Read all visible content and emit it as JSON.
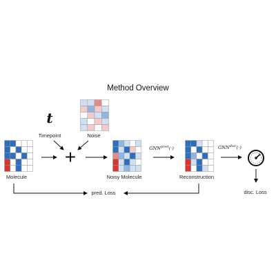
{
  "title": "Method Overview",
  "labels": {
    "timepoint": "Timepoint",
    "noise": "Noise",
    "molecule": "Molecule",
    "noisy_molecule": "Noisy Molecule",
    "reconstruction": "Reconstruction",
    "pred_loss": "pred. Loss",
    "disc_loss": "disc. Loss"
  },
  "symbols": {
    "timepoint": "t",
    "plus": "+",
    "gnn_pred_base": "GNN",
    "gnn_pred_sup": "pred",
    "gnn_pred_arg": "(·)",
    "gnn_disc_base": "GNN",
    "gnn_disc_sup": "disc",
    "gnn_disc_arg": "(·)"
  },
  "icons": {
    "discriminator": "speedometer-icon"
  },
  "colors": {
    "strong_blue": "#2e6fbd",
    "mid_blue": "#8fb5e0",
    "light_blue": "#cfe0f2",
    "light_red": "#f4c9c9",
    "mid_red": "#e58a8a",
    "strong_red": "#d7362e",
    "empty": "#ffffff",
    "grid": "#999999"
  },
  "matrices": {
    "molecule": [
      [
        "B",
        "B",
        "w",
        "w",
        "w"
      ],
      [
        "B",
        "w",
        "B",
        "w",
        "w"
      ],
      [
        "B",
        "B",
        "w",
        "B",
        "w"
      ],
      [
        "R",
        "w",
        "B",
        "w",
        "w"
      ],
      [
        "R",
        "w",
        "B",
        "w",
        "w"
      ]
    ],
    "noise": [
      [
        "lb",
        "lb",
        "mr",
        "w"
      ],
      [
        "lr",
        "mb",
        "lr",
        "lb"
      ],
      [
        "w",
        "lr",
        "lb",
        "mb"
      ],
      [
        "lb",
        "w",
        "lr",
        "lb"
      ],
      [
        "lb",
        "lr",
        "w",
        "lr"
      ]
    ],
    "noisy": [
      [
        "B",
        "mb",
        "lb",
        "w",
        "lb"
      ],
      [
        "B",
        "lb",
        "B",
        "lr",
        "w"
      ],
      [
        "mr",
        "mb",
        "lb",
        "B",
        "lb"
      ],
      [
        "R",
        "lb",
        "B",
        "lb",
        "w"
      ],
      [
        "R",
        "lb",
        "mb",
        "lb",
        "lb"
      ]
    ],
    "reconstruction": [
      [
        "B",
        "B",
        "lb",
        "w",
        "w"
      ],
      [
        "B",
        "w",
        "B",
        "w",
        "w"
      ],
      [
        "B",
        "mb",
        "w",
        "B",
        "w"
      ],
      [
        "R",
        "lb",
        "B",
        "w",
        "w"
      ],
      [
        "R",
        "w",
        "B",
        "lb",
        "w"
      ]
    ]
  }
}
